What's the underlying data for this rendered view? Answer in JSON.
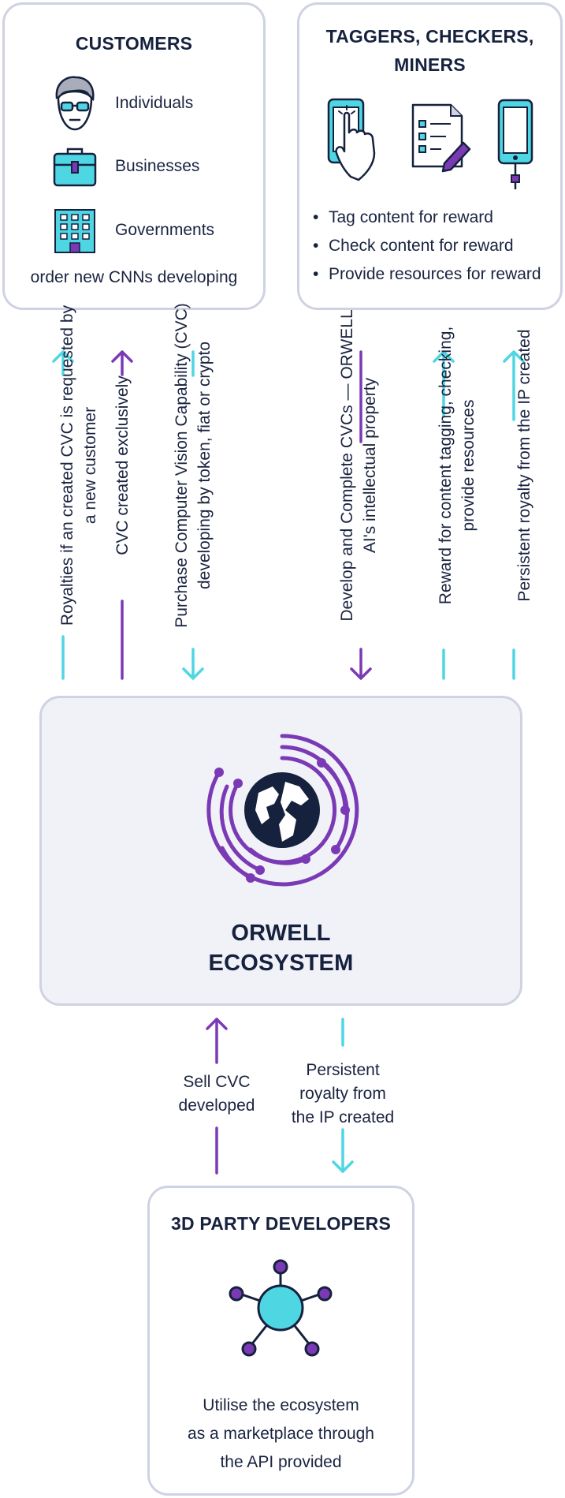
{
  "customers": {
    "title": "CUSTOMERS",
    "items": [
      {
        "label": "Individuals",
        "icon": "person-icon"
      },
      {
        "label": "Businesses",
        "icon": "briefcase-icon"
      },
      {
        "label": "Governments",
        "icon": "building-icon"
      }
    ],
    "footer": "order new CNNs developing"
  },
  "taggers": {
    "title_line1": "TAGGERS, CHECKERS,",
    "title_line2": "MINERS",
    "icons": [
      "tap-phone-icon",
      "checklist-icon",
      "phone-charging-icon"
    ],
    "bullets": [
      "Tag content for reward",
      "Check content for reward",
      "Provide resources for reward"
    ]
  },
  "flows_top": [
    {
      "text": "Royalties if an created CVC is requested by a new customer",
      "direction": "up",
      "color": "#4fd6e3"
    },
    {
      "text": "CVC created exclusively",
      "direction": "up",
      "color": "#7b3ab5"
    },
    {
      "text": "Purchase Computer Vision Capability (CVC) developing by token, fiat or crypto",
      "direction": "down",
      "color": "#4fd6e3"
    },
    {
      "text": "Develop and Complete CVCs — ORWELL AI's intellectual property",
      "direction": "down",
      "color": "#7b3ab5"
    },
    {
      "text": "Reward for content tagging, checking, provide resources",
      "direction": "up",
      "color": "#4fd6e3"
    },
    {
      "text": "Persistent royalty from the IP created",
      "direction": "up",
      "color": "#4fd6e3"
    }
  ],
  "ecosystem": {
    "title_line1": "ORWELL",
    "title_line2": "ECOSYSTEM",
    "icon": "globe-circuit-icon"
  },
  "flows_bottom": [
    {
      "text_line1": "Sell CVC",
      "text_line2": "developed",
      "direction": "up",
      "color": "#7b3ab5"
    },
    {
      "text_line1": "Persistent",
      "text_line2": "royalty from",
      "text_line3": "the IP created",
      "direction": "down",
      "color": "#4fd6e3"
    }
  ],
  "developers": {
    "title": "3D PARTY DEVELOPERS",
    "icon": "network-hub-icon",
    "desc_line1": "Utilise the ecosystem",
    "desc_line2": "as a marketplace through",
    "desc_line3": "the API provided"
  },
  "colors": {
    "cyan": "#4fd6e3",
    "purple": "#7b3ab5",
    "navy": "#16213e",
    "border": "#cfd2e2",
    "panel": "#f1f2f8"
  }
}
